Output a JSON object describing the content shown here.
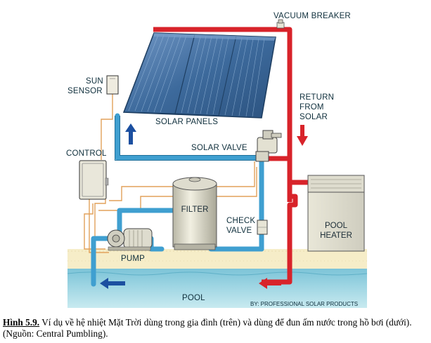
{
  "labels": {
    "vacuum_breaker": "VACUUM BREAKER",
    "sun_sensor": [
      "SUN",
      "SENSOR"
    ],
    "return_from_solar": [
      "RETURN",
      "FROM",
      "SOLAR"
    ],
    "solar_panels": "SOLAR PANELS",
    "control": "CONTROL",
    "solar_valve": "SOLAR VALVE",
    "filter": "FILTER",
    "check_valve": [
      "CHECK",
      "VALVE"
    ],
    "pool_heater": [
      "POOL",
      "HEATER"
    ],
    "pump": "PUMP",
    "pool": "POOL",
    "credit": "BY: PROFESSIONAL SOLAR PRODUCTS"
  },
  "caption": {
    "figure_label": "Hình 5.9.",
    "text": " Ví dụ về hệ nhiệt Mặt Trời dùng trong gia đình (trên) và dùng để đun ấm nước trong hồ bơi (dưới). (Nguồn: Central Pumbling)."
  },
  "colors": {
    "hot_pipe": "#d8232a",
    "cold_pipe": "#3f9fd0",
    "panel": "#3d6a9c",
    "pool_water": "#9fd6e2",
    "sand": "#f6edc8",
    "control_wire": "#e2a15a",
    "arrow_up": "#1b4fa0",
    "arrow_down": "#d8232a"
  }
}
